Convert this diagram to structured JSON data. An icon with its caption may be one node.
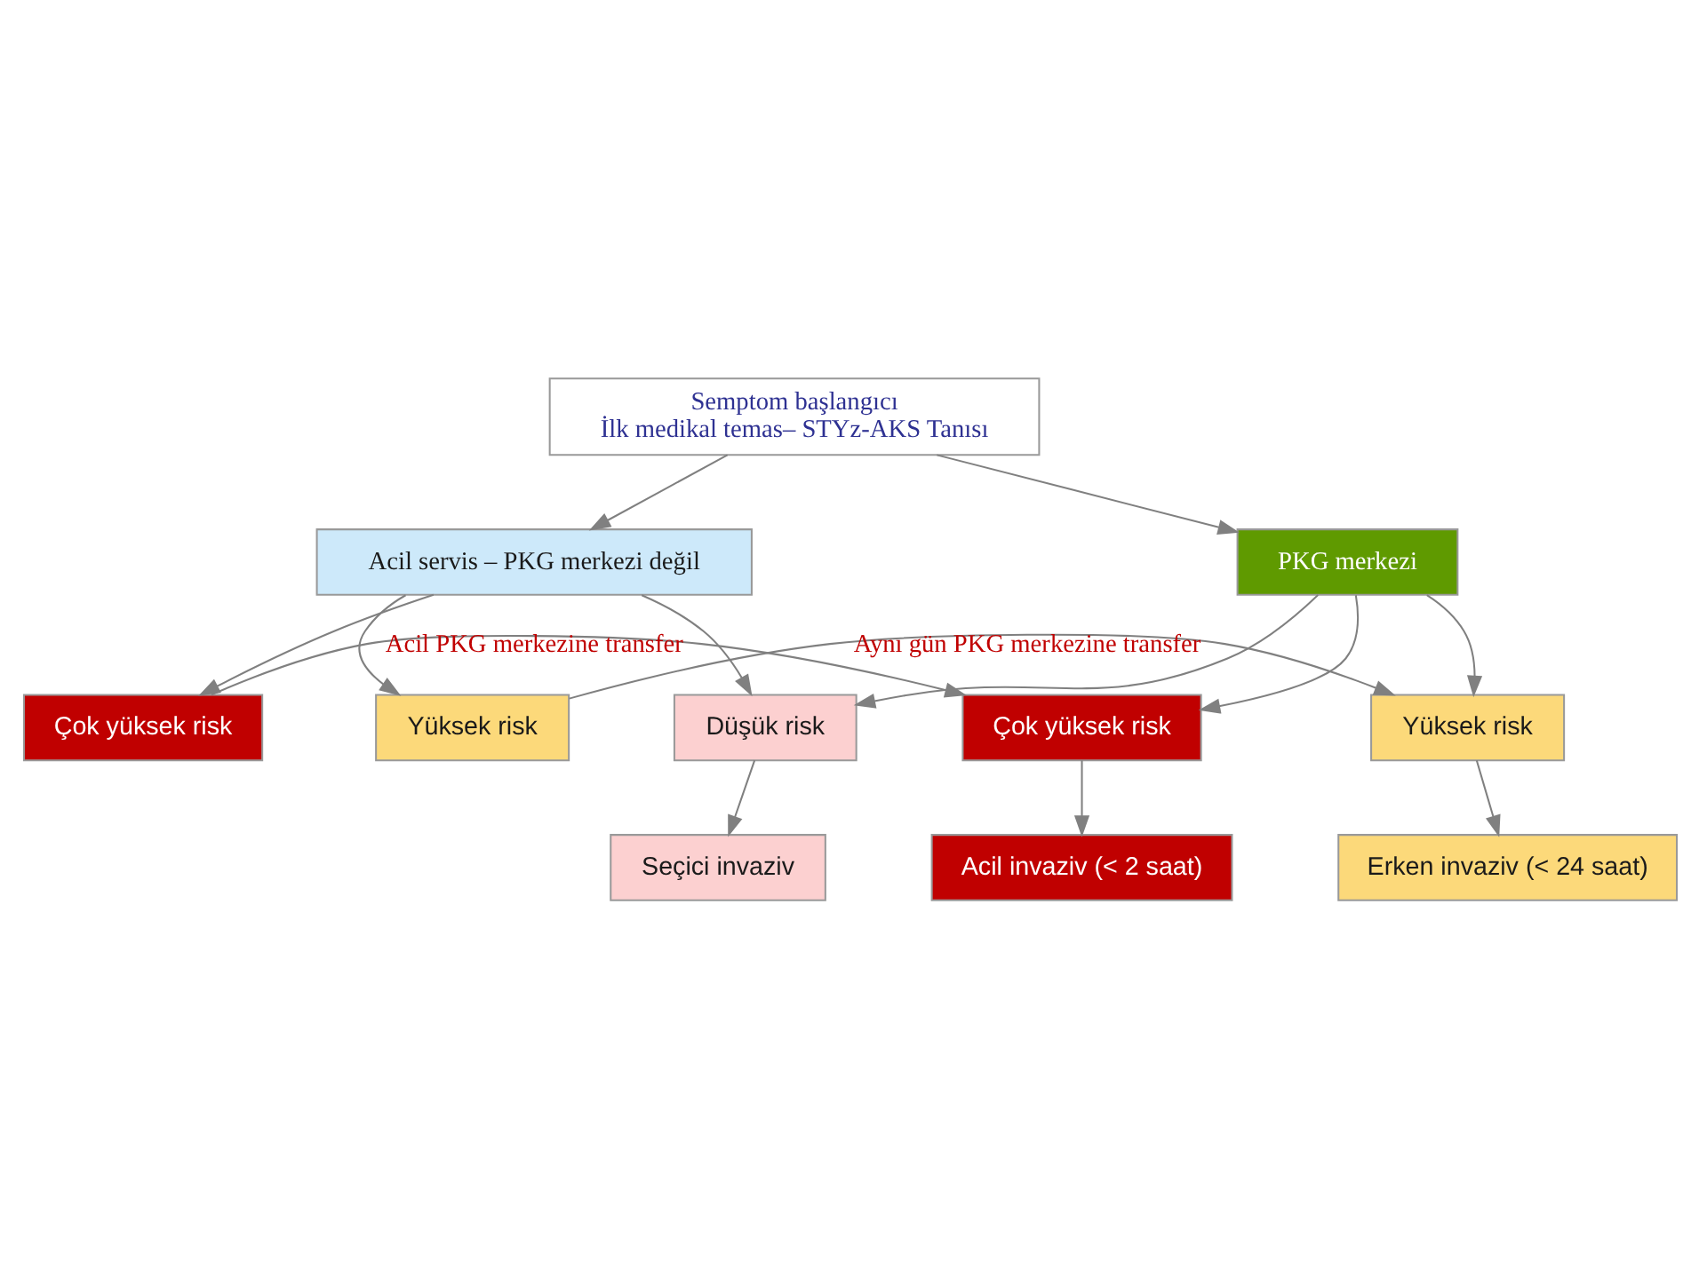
{
  "diagram": {
    "nodes": [
      {
        "text": [
          "Semptom başlangıcı",
          "İlk medikal temas– STYz-AKS Tanısı"
        ]
      },
      {
        "text": [
          "PKG merkezi"
        ]
      },
      {
        "text": [
          "Acil servis – PKG merkezi değil"
        ]
      },
      {
        "text": [
          "Çok yüksek risk"
        ]
      },
      {
        "text": [
          "Çok yüksek risk"
        ]
      },
      {
        "text": [
          "Yüksek risk"
        ]
      },
      {
        "text": [
          "Yüksek risk"
        ]
      },
      {
        "text": [
          "Acil invaziv (< 2 saat)"
        ]
      },
      {
        "text": [
          "Erken invaziv (< 24 saat)"
        ]
      },
      {
        "text": [
          "Düşük risk"
        ]
      },
      {
        "text": [
          "Seçici invaziv"
        ]
      }
    ],
    "edges": [
      {
        "from": 0,
        "to": 1,
        "arrow": "to"
      },
      {
        "from": 0,
        "to": 2,
        "arrow": "to"
      },
      {
        "from": 1,
        "to": 3,
        "arrow": "to"
      },
      {
        "from": 1,
        "to": 5,
        "arrow": "to"
      },
      {
        "from": 1,
        "to": 9,
        "arrow": "to"
      },
      {
        "from": 2,
        "to": 4,
        "arrow": "to"
      },
      {
        "from": 2,
        "to": 6,
        "arrow": "to"
      },
      {
        "from": 2,
        "to": 9,
        "arrow": "to"
      },
      {
        "from": 4,
        "to": 3,
        "arrow": "to",
        "label": "Acil PKG merkezine transfer"
      },
      {
        "from": 6,
        "to": 5,
        "arrow": "to",
        "label": "Aynı gün PKG merkezine transfer"
      },
      {
        "from": 3,
        "to": 7,
        "arrow": "to"
      },
      {
        "from": 5,
        "to": 8,
        "arrow": "to"
      },
      {
        "from": 9,
        "to": 10,
        "arrow": "to"
      }
    ]
  }
}
